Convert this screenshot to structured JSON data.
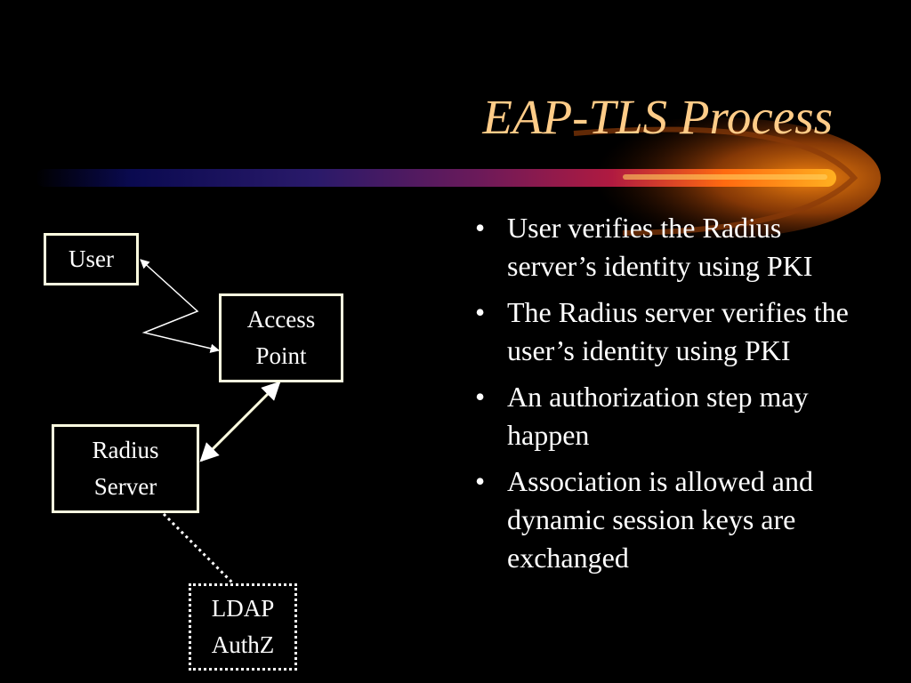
{
  "slide": {
    "title": "EAP-TLS Process",
    "colors": {
      "background": "#000000",
      "title": "#FFCC88",
      "text": "#FFFFFF",
      "box_border": "#FFFFE0"
    }
  },
  "diagram": {
    "nodes": {
      "user": {
        "lines": [
          "User"
        ]
      },
      "access_point": {
        "lines": [
          "Access",
          "Point"
        ]
      },
      "radius_server": {
        "lines": [
          "Radius",
          "Server"
        ]
      },
      "ldap": {
        "lines": [
          "LDAP",
          "AuthZ"
        ]
      }
    },
    "edges": [
      {
        "from": "user",
        "to": "access_point",
        "style": "lightning",
        "arrows": "both"
      },
      {
        "from": "access_point",
        "to": "radius_server",
        "style": "solid",
        "arrows": "both"
      },
      {
        "from": "radius_server",
        "to": "ldap",
        "style": "dotted",
        "arrows": "none"
      }
    ]
  },
  "bullets": [
    "User verifies the Radius server’s identity using PKI",
    "The Radius server verifies the user’s identity using PKI",
    "An authorization step may happen",
    "Association is allowed and dynamic session keys are exchanged"
  ]
}
